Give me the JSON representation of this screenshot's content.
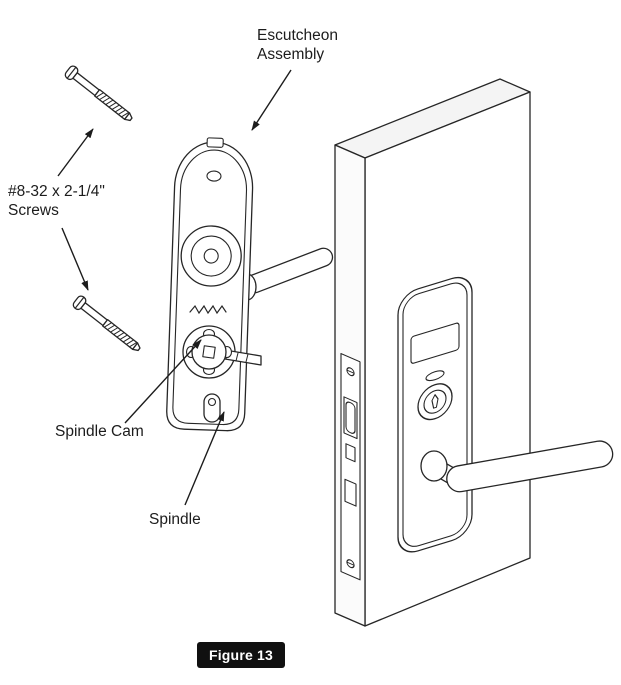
{
  "labels": {
    "escutcheon_assembly": {
      "line1": "Escutcheon",
      "line2": "Assembly"
    },
    "screws": {
      "line1": "#8-32 x 2-1/4\"",
      "line2": "Screws"
    },
    "spindle_cam": "Spindle Cam",
    "spindle": "Spindle"
  },
  "figure": {
    "caption": "Figure 13"
  },
  "colors": {
    "line": "#262626",
    "label_text": "#1c1c1c",
    "caption_bg": "#101010",
    "caption_text": "#ffffff",
    "background": "#ffffff"
  }
}
